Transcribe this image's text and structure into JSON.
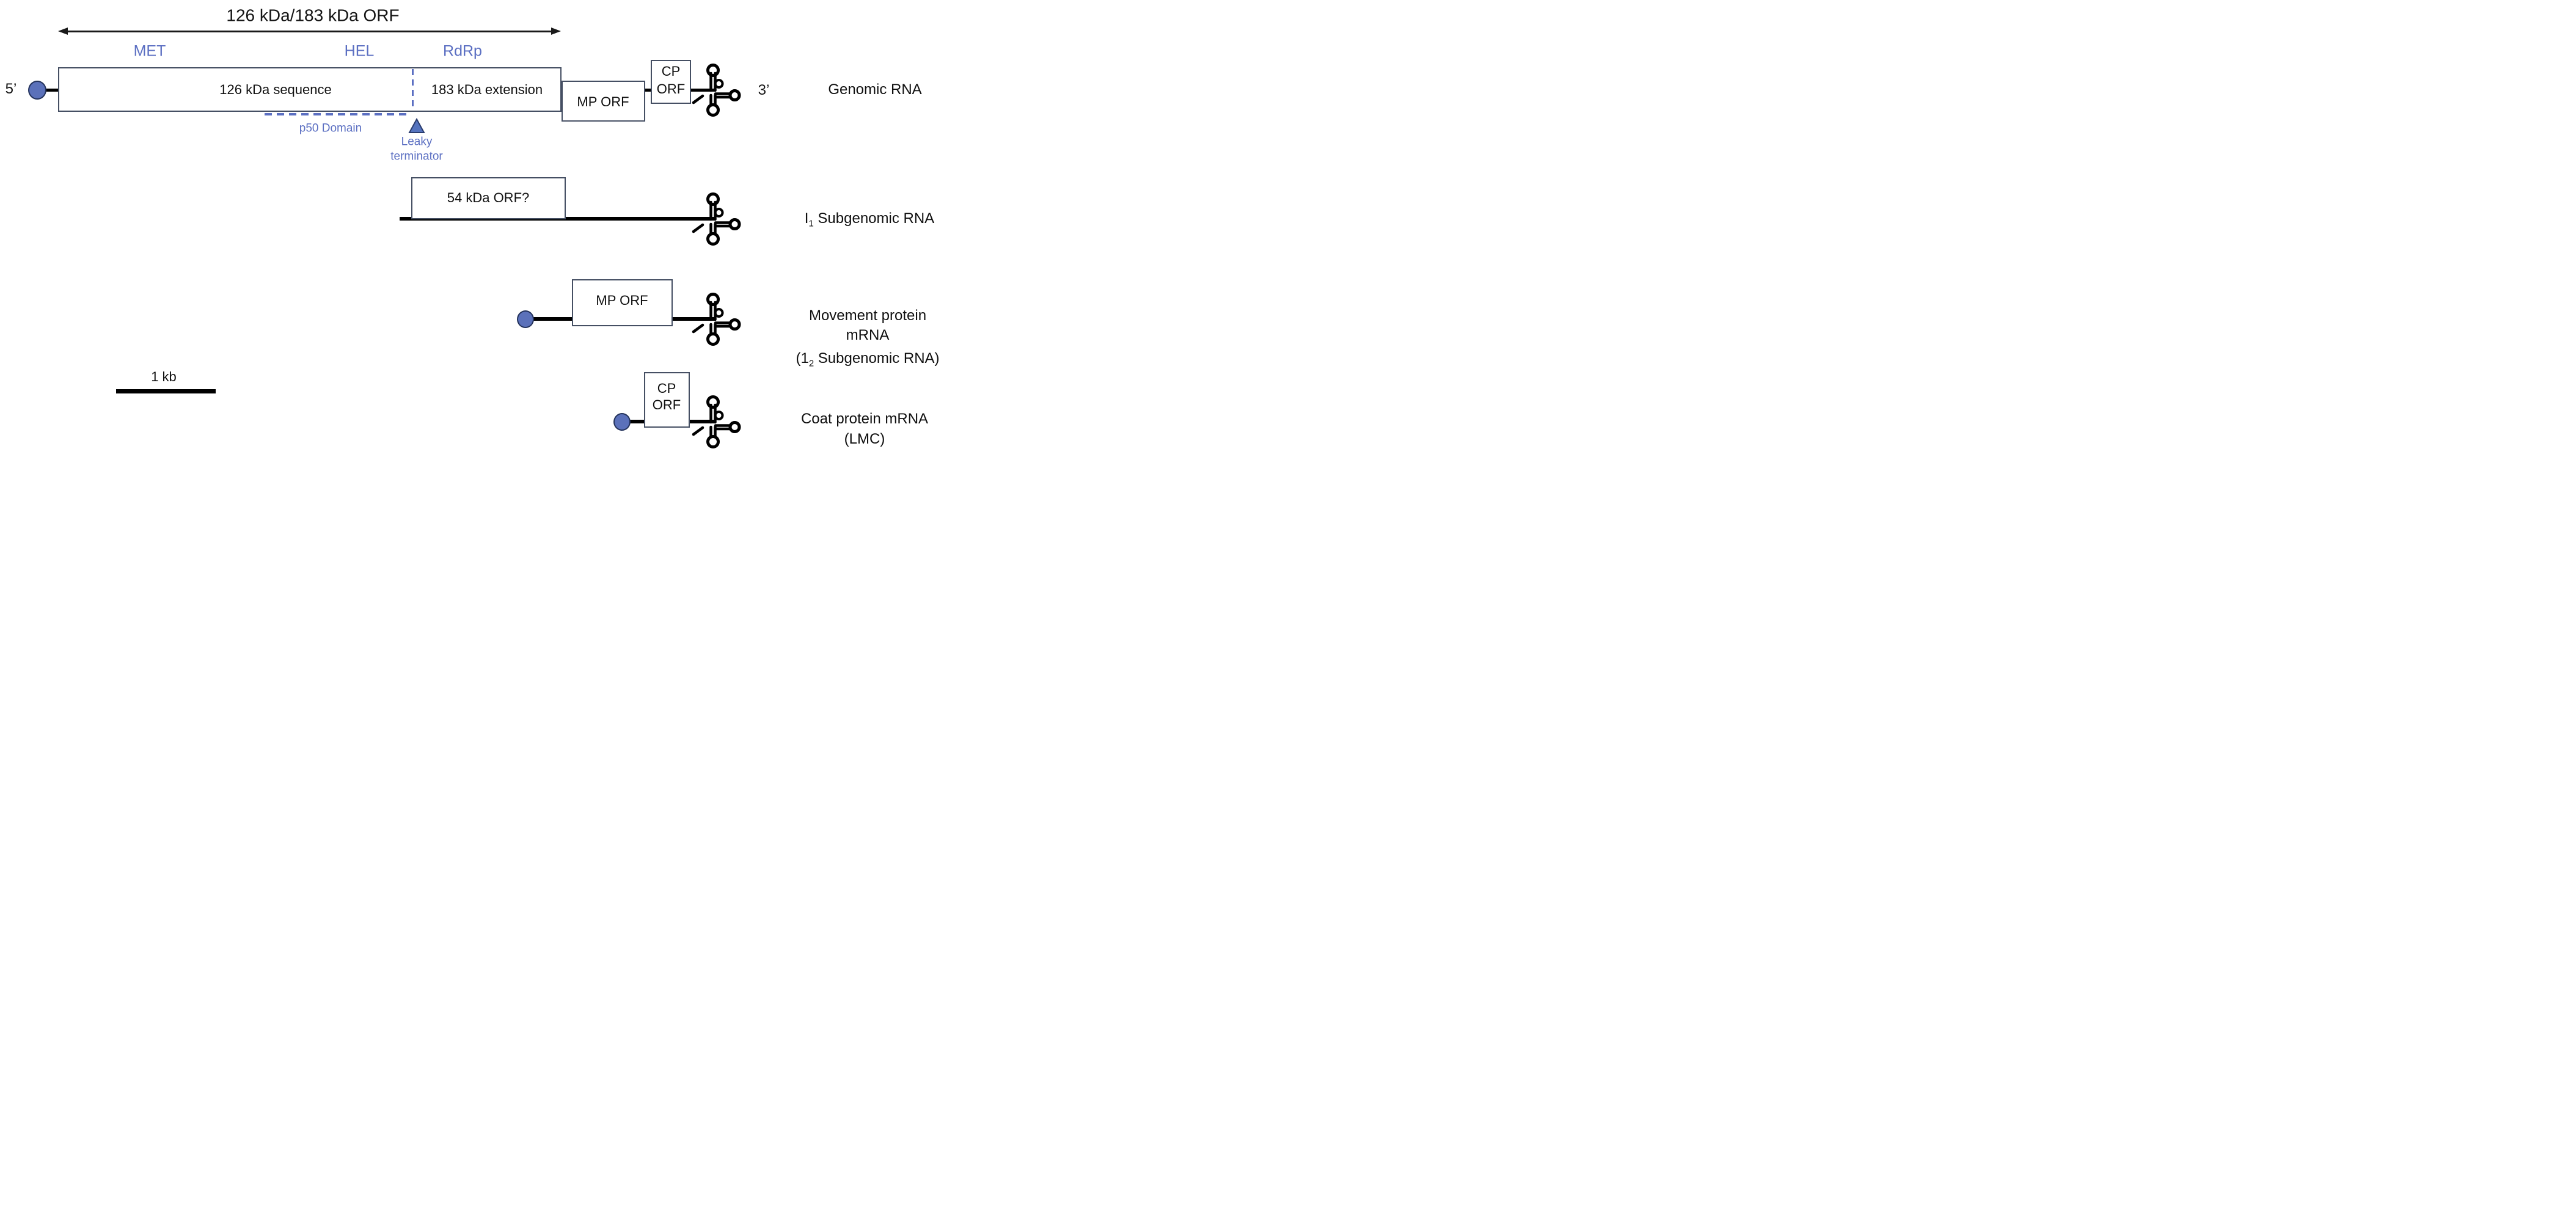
{
  "colors": {
    "accent_blue": "#5B6FC2",
    "cap_fill": "#5B71BA",
    "cap_border": "#24335C",
    "shape_border": "#454F63",
    "triangle_fill": "#5573BE",
    "ink": "#000000"
  },
  "header": {
    "orf_span_label": "126 kDa/183 kDa ORF",
    "domains": {
      "met": "MET",
      "hel": "HEL",
      "rdrp": "RdRp"
    }
  },
  "genomic_row": {
    "five_prime": "5’",
    "three_prime": "3’",
    "seq126": "126 kDa sequence",
    "ext183": "183 kDa extension",
    "mp_orf": "MP ORF",
    "cp_orf_line1": "CP",
    "cp_orf_line2": "ORF",
    "p50_label": "p50 Domain",
    "leaky_line1": "Leaky",
    "leaky_line2": "terminator",
    "row_label": "Genomic RNA"
  },
  "i1_row": {
    "orf_box": "54 kDa ORF?",
    "label_main": "I",
    "label_sub": "1",
    "label_rest": " Subgenomic RNA"
  },
  "mp_row": {
    "orf_box": "MP ORF",
    "label_line1": "Movement protein",
    "label_line2": "mRNA",
    "label_line3_pre": "(1",
    "label_line3_sub": "2",
    "label_line3_rest": " Subgenomic RNA)"
  },
  "cp_row": {
    "orf_box_line1": "CP",
    "orf_box_line2": "ORF",
    "label_line1": "Coat protein mRNA",
    "label_line2": "(LMC)"
  },
  "scale_bar": {
    "label": "1 kb"
  }
}
